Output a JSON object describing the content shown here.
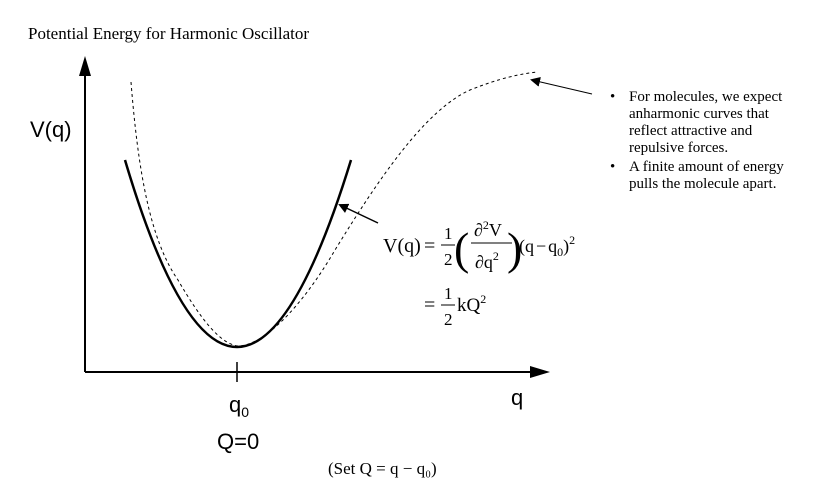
{
  "title": "Potential Energy for Harmonic Oscillator",
  "axes": {
    "y_label": "V(q)",
    "x_label": "q",
    "x0_tick": {
      "main": "q",
      "sub": "0"
    },
    "q_zero_label": "Q=0"
  },
  "equation": {
    "lhs": "V(q)",
    "eq": "=",
    "half_num": "1",
    "half_den": "2",
    "partial_num": "∂",
    "partial_num_exp": "2",
    "partial_num_var": "V",
    "partial_den": "∂q",
    "partial_den_exp": "2",
    "paren_open": "(",
    "paren_close": ")",
    "factor_var": "q",
    "factor_minus": "−",
    "factor_sub_main": "q",
    "factor_sub": "0",
    "factor_exp": "2",
    "line2_eq": "=",
    "line2_num": "1",
    "line2_den": "2",
    "line2_term": "kQ",
    "line2_exp": "2"
  },
  "notes": [
    "For molecules, we expect anharmonic curves that reflect attractive and repulsive forces.",
    "A finite amount of energy pulls the molecule apart."
  ],
  "bullet": "•",
  "caption": "(Set Q = q − q₀)",
  "curves": {
    "harmonic": {
      "style": "solid",
      "color": "#000000"
    },
    "anharmonic": {
      "style": "dashed",
      "color": "#000000"
    }
  }
}
